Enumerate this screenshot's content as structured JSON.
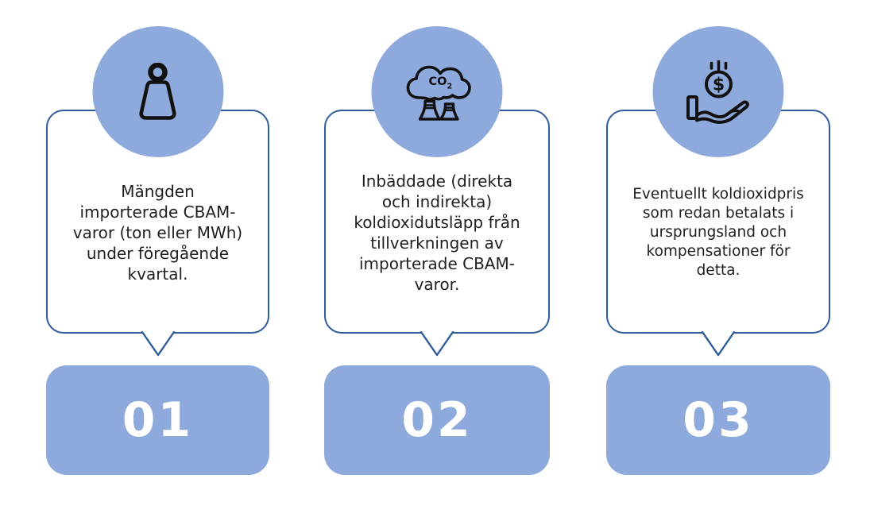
{
  "diagram": {
    "accent_fill": "#8EA9DB",
    "border_color": "#2E5B9B",
    "text_color": "#1f1f1f",
    "number_text_color": "#FFFFFF",
    "icon_stroke_color": "#111111",
    "steps": [
      {
        "number": "01",
        "icon": "weight-icon",
        "text": "Mängden\nimporterade CBAM-\nvaror (ton eller MWh)\nunder föregående\nkvartal."
      },
      {
        "number": "02",
        "icon": "co2-factory-icon",
        "text": "Inbäddade (direkta\noch indirekta)\nkoldioxidutsläpp från\ntillverkningen av\nimporterade CBAM-\nvaror."
      },
      {
        "number": "03",
        "icon": "money-hand-icon",
        "text": "Eventuellt koldioxidpris\nsom redan betalats i\nursprungsland och\nkompensationer för\ndetta."
      }
    ],
    "co2_label": "CO",
    "co2_sub": "2",
    "dollar_sign": "$"
  }
}
